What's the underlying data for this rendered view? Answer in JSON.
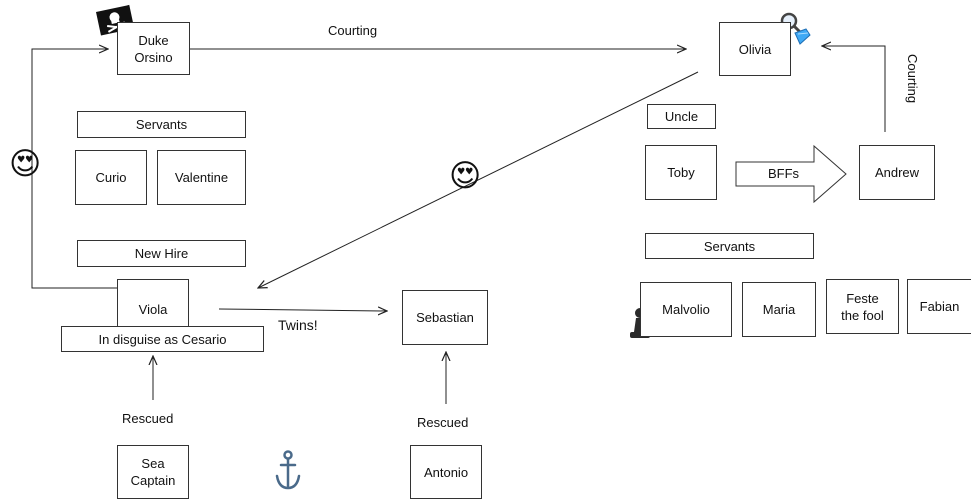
{
  "nodes": {
    "duke_orsino": "Duke\nOrsino",
    "olivia": "Olivia",
    "servants_left": "Servants",
    "curio": "Curio",
    "valentine": "Valentine",
    "new_hire": "New Hire",
    "viola": "Viola",
    "disguise": "In disguise as Cesario",
    "sebastian": "Sebastian",
    "sea_captain": "Sea\nCaptain",
    "antonio": "Antonio",
    "uncle": "Uncle",
    "toby": "Toby",
    "andrew": "Andrew",
    "servants_right": "Servants",
    "malvolio": "Malvolio",
    "maria": "Maria",
    "feste": "Feste\nthe fool",
    "fabian": "Fabian"
  },
  "edge_labels": {
    "courting_top": "Courting",
    "courting_right": "Courting",
    "bffs": "BFFs",
    "twins": "Twins!",
    "rescued_left": "Rescued",
    "rescued_right": "Rescued"
  },
  "icons": {
    "pirate_flag": "pirate-flag-icon",
    "magnifier": "magnifying-glass-icon",
    "diamond": "gem-icon",
    "heart_eyes_left": "heart-eyes-emoji-icon",
    "heart_eyes_center": "heart-eyes-emoji-icon",
    "anchor": "anchor-icon",
    "pawn": "chess-pawn-icon"
  },
  "colors": {
    "line": "#222222",
    "emoji_face": "#f6c53d",
    "gem": "#3fa9f5"
  }
}
